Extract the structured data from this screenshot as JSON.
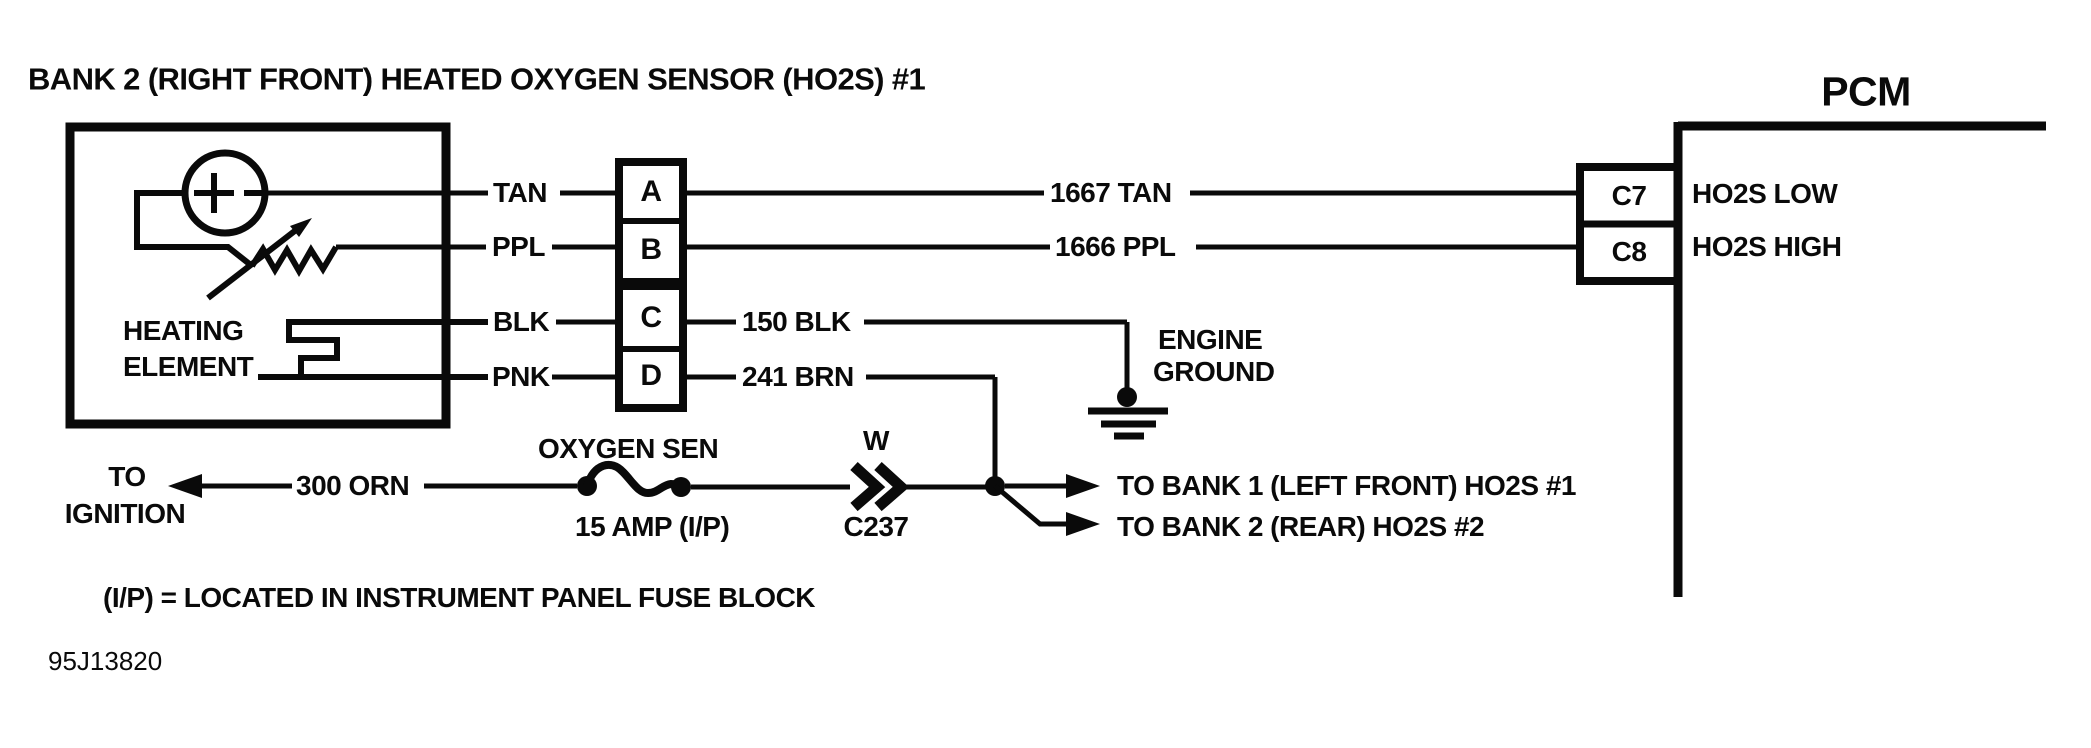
{
  "title": "BANK 2 (RIGHT FRONT) HEATED OXYGEN SENSOR (HO2S) #1",
  "figure_id": "95J13820",
  "note": "(I/P) = LOCATED IN INSTRUMENT PANEL FUSE BLOCK",
  "colors": {
    "ink": "#0a0a0a",
    "background": "#ffffff"
  },
  "sensor": {
    "heating_label_line1": "HEATING",
    "heating_label_line2": "ELEMENT",
    "connector_pins": [
      "A",
      "B",
      "C",
      "D"
    ],
    "pin_wire_colors": [
      "TAN",
      "PPL",
      "BLK",
      "PNK"
    ]
  },
  "wires": {
    "ho2s_low": "1667 TAN",
    "ho2s_high": "1666 PPL",
    "ground_wire": "150 BLK",
    "heater_ground_wire": "241 BRN",
    "ignition_feed": "300 ORN"
  },
  "pcm": {
    "label": "PCM",
    "pins": [
      {
        "cavity": "C7",
        "function": "HO2S LOW"
      },
      {
        "cavity": "C8",
        "function": "HO2S HIGH"
      }
    ]
  },
  "ground": {
    "line1": "ENGINE",
    "line2": "GROUND"
  },
  "fuse": {
    "name": "OXYGEN SEN",
    "rating": "15 AMP (I/P)"
  },
  "inline_connector": {
    "cavity": "W",
    "name": "C237"
  },
  "ignition": {
    "line1": "TO",
    "line2": "IGNITION"
  },
  "branches": [
    "TO BANK 1 (LEFT FRONT) HO2S #1",
    "TO BANK 2 (REAR) HO2S #2"
  ]
}
